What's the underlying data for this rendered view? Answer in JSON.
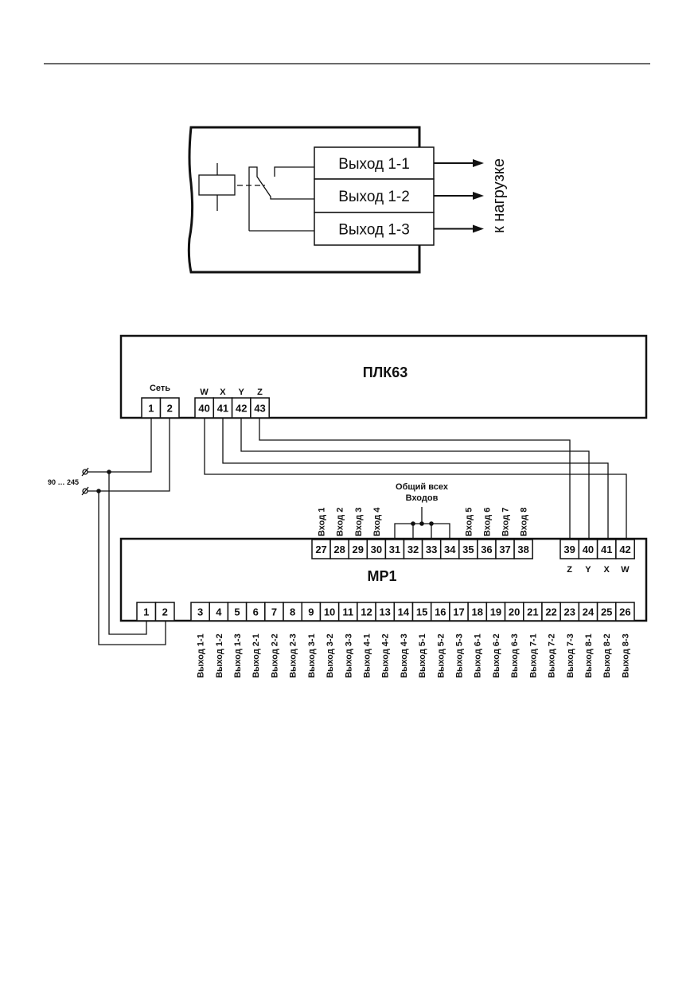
{
  "relay_diagram": {
    "outputs": [
      "Выход 1-1",
      "Выход 1-2",
      "Выход 1-3"
    ],
    "load_label": "к нагрузке"
  },
  "plc": {
    "title": "ПЛК63",
    "power_label": "Сеть",
    "power_terminals": [
      "1",
      "2"
    ],
    "signal_letters": [
      "W",
      "X",
      "Y",
      "Z"
    ],
    "signal_terminals": [
      "40",
      "41",
      "42",
      "43"
    ]
  },
  "supply": {
    "voltage_label": "90 … 245"
  },
  "mr1": {
    "title": "МР1",
    "common_label_line1": "Общий всех",
    "common_label_line2": "Входов",
    "input_terminals": [
      "27",
      "28",
      "29",
      "30",
      "31",
      "32",
      "33",
      "34",
      "35",
      "36",
      "37",
      "38"
    ],
    "input_labels": [
      "Вход 1",
      "Вход 2",
      "Вход 3",
      "Вход 4",
      "",
      "",
      "",
      "",
      "Вход 5",
      "Вход 6",
      "Вход 7",
      "Вход 8"
    ],
    "signal_terminals": [
      "39",
      "40",
      "41",
      "42"
    ],
    "signal_letters": [
      "Z",
      "Y",
      "X",
      "W"
    ],
    "power_terminals": [
      "1",
      "2"
    ],
    "output_terminals": [
      "3",
      "4",
      "5",
      "6",
      "7",
      "8",
      "9",
      "10",
      "11",
      "12",
      "13",
      "14",
      "15",
      "16",
      "17",
      "18",
      "19",
      "20",
      "21",
      "22",
      "23",
      "24",
      "25",
      "26"
    ],
    "output_labels": [
      "Выход 1-1",
      "Выход 1-2",
      "Выход 1-3",
      "Выход 2-1",
      "Выход 2-2",
      "Выход 2-3",
      "Выход 3-1",
      "Выход 3-2",
      "Выход 3-3",
      "Выход 4-1",
      "Выход 4-2",
      "Выход 4-3",
      "Выход 5-1",
      "Выход 5-2",
      "Выход 5-3",
      "Выход 6-1",
      "Выход 6-2",
      "Выход 6-3",
      "Выход 7-1",
      "Выход 7-2",
      "Выход 7-3",
      "Выход 8-1",
      "Выход 8-2",
      "Выход 8-3"
    ]
  }
}
